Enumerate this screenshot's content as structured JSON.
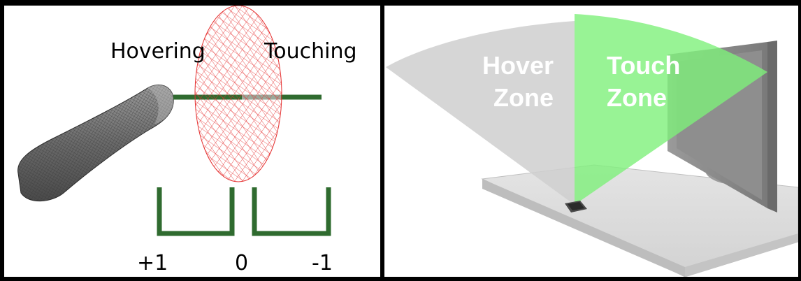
{
  "left": {
    "hover_label": "Hovering",
    "touch_label": "Touching",
    "value_plus": "+1",
    "value_zero": "0",
    "value_minus": "-1"
  },
  "right": {
    "hover_zone": [
      "Hover",
      "Zone"
    ],
    "touch_zone": [
      "Touch",
      "Zone"
    ]
  },
  "colors": {
    "green_line": "#2f6b2f",
    "ellipse_red": "#e53030",
    "touch_zone_green": "#7ef07a",
    "hover_zone_gray": "#cfcfcf"
  }
}
